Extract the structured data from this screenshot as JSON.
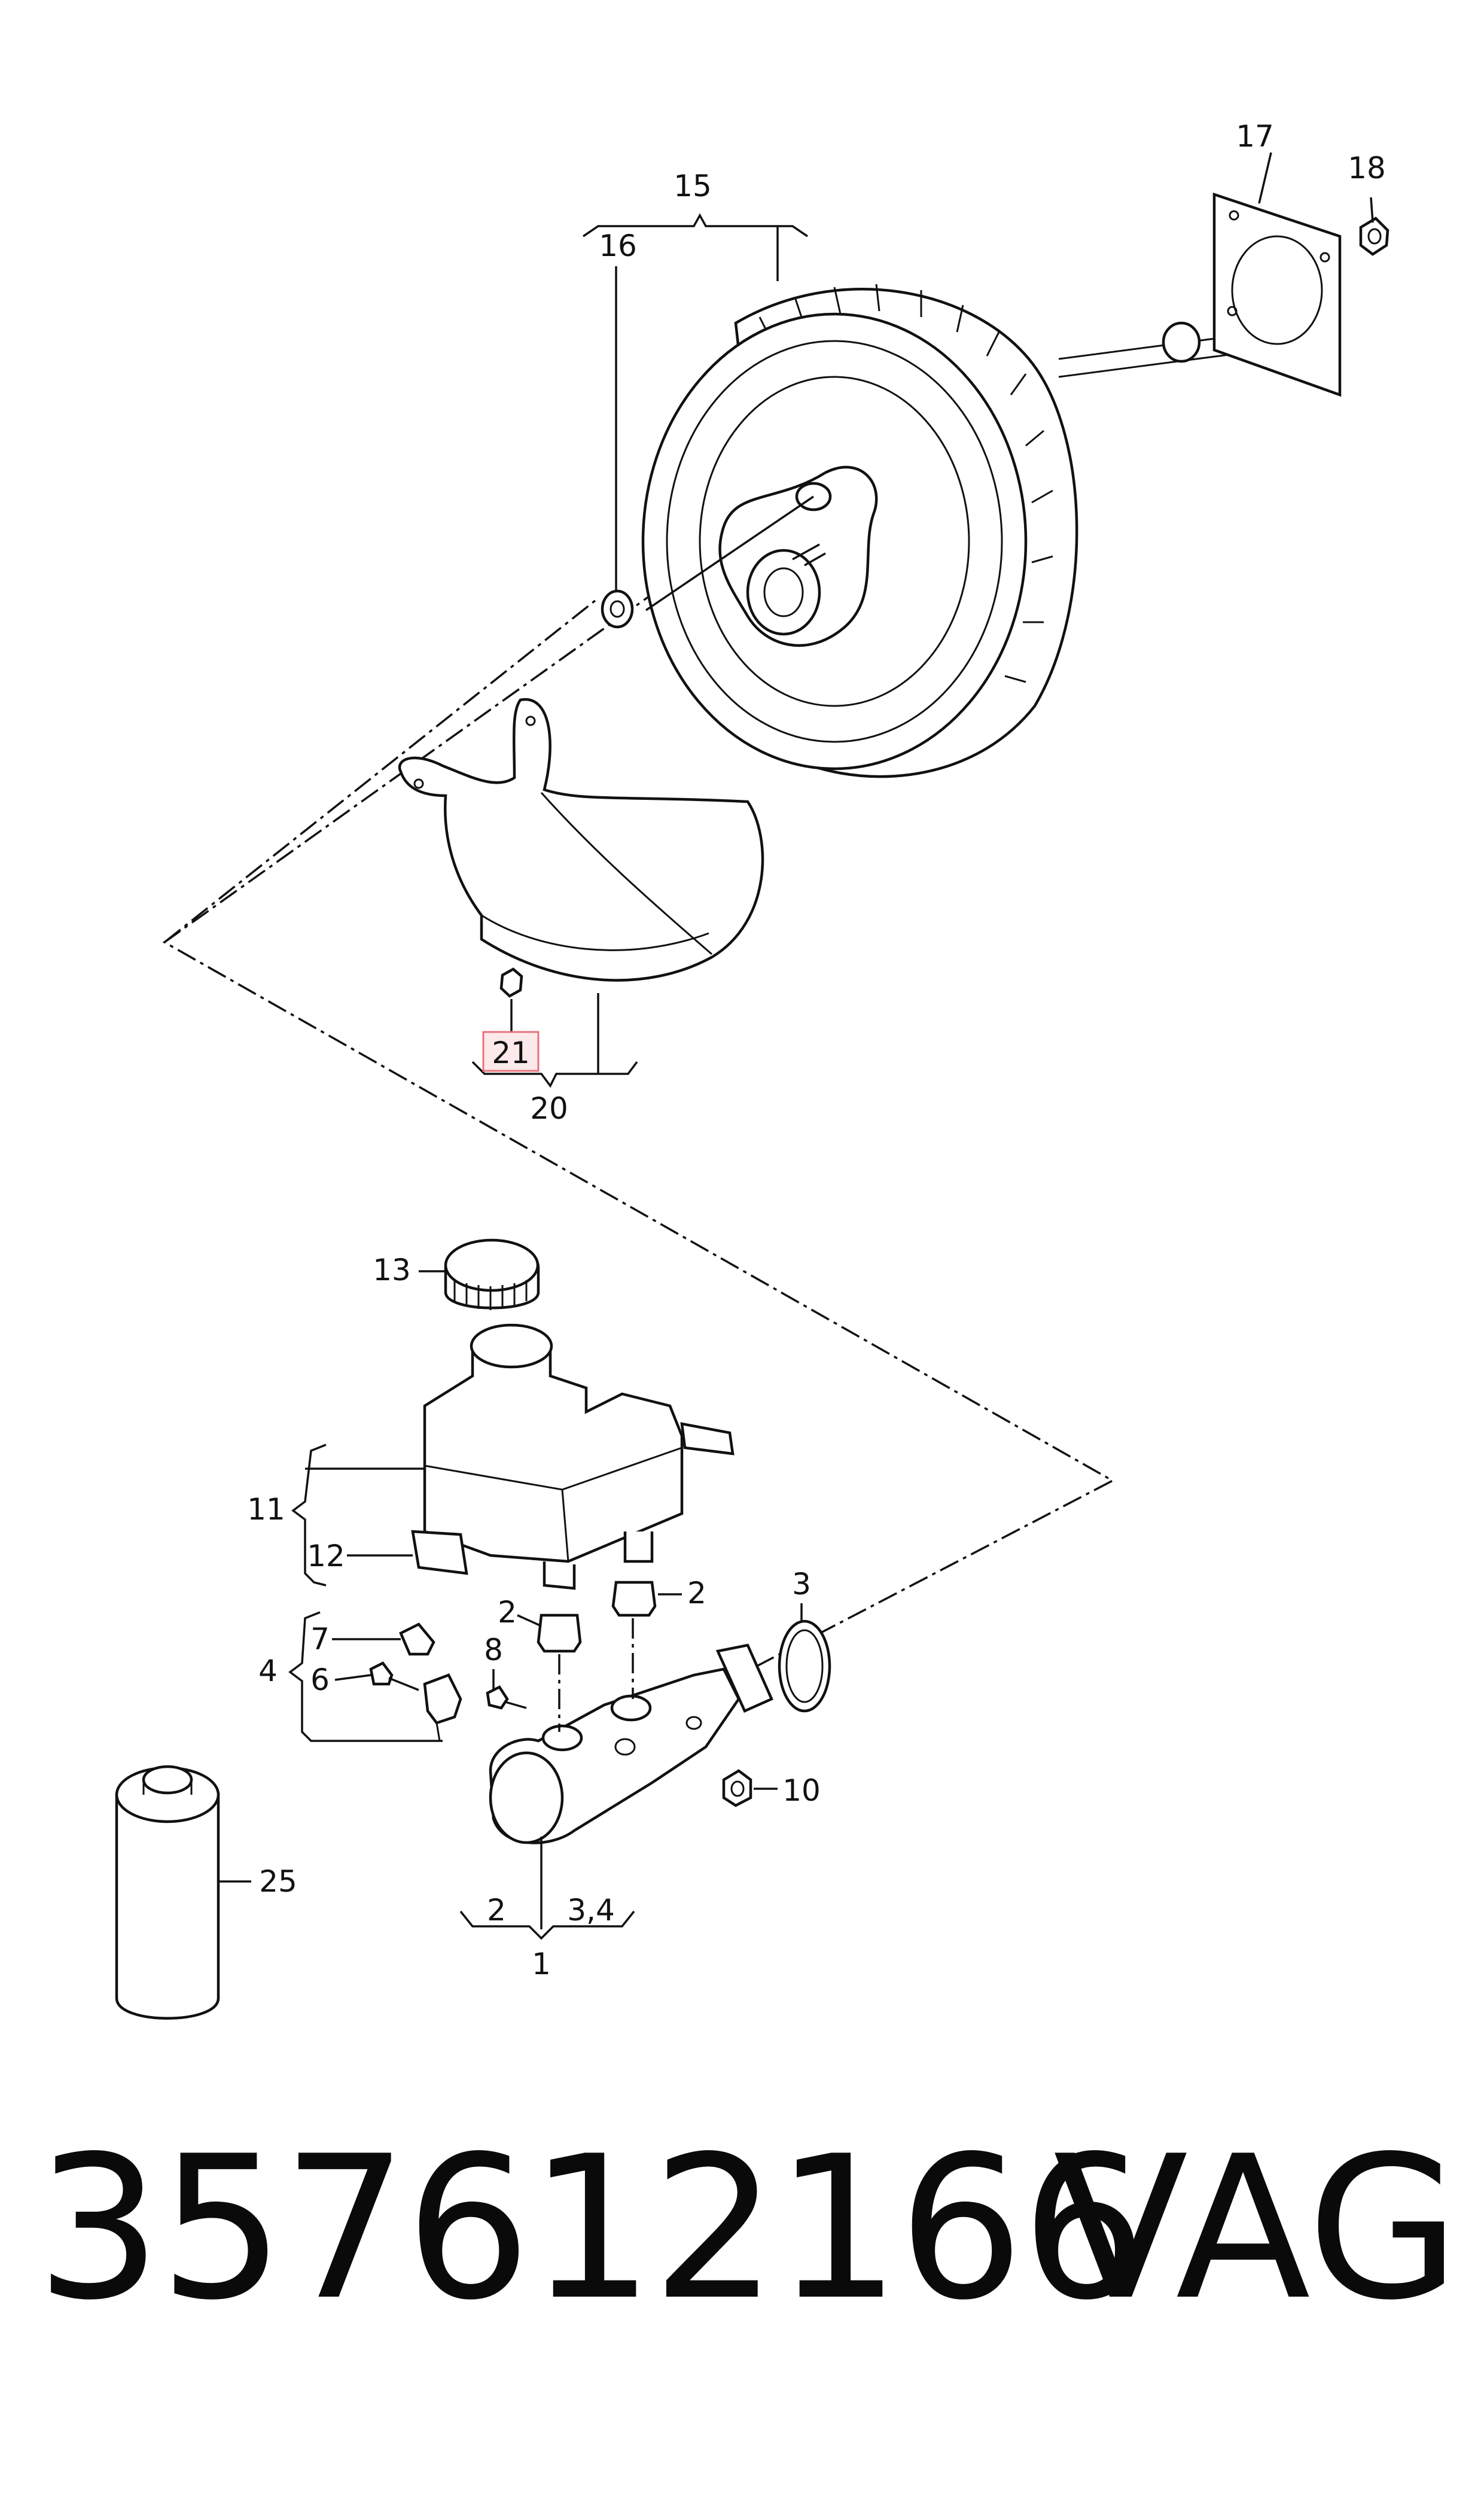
{
  "diagram": {
    "callouts": {
      "c1": "1",
      "c2a": "2",
      "c2b": "2",
      "c2c": "2",
      "c34": "3,4",
      "c3": "3",
      "c4": "4",
      "c6": "6",
      "c7": "7",
      "c8": "8",
      "c10": "10",
      "c11": "11",
      "c12": "12",
      "c13": "13",
      "c15": "15",
      "c16": "16",
      "c17": "17",
      "c18": "18",
      "c20": "20",
      "c21": "21",
      "c25": "25"
    },
    "highlighted_callout": "21",
    "colors": {
      "line": "#111111",
      "highlight_fill": "#fde9ea",
      "highlight_stroke": "#e8737b"
    }
  },
  "footer": {
    "part_number": "357612166",
    "manufacturer": "VAG"
  }
}
